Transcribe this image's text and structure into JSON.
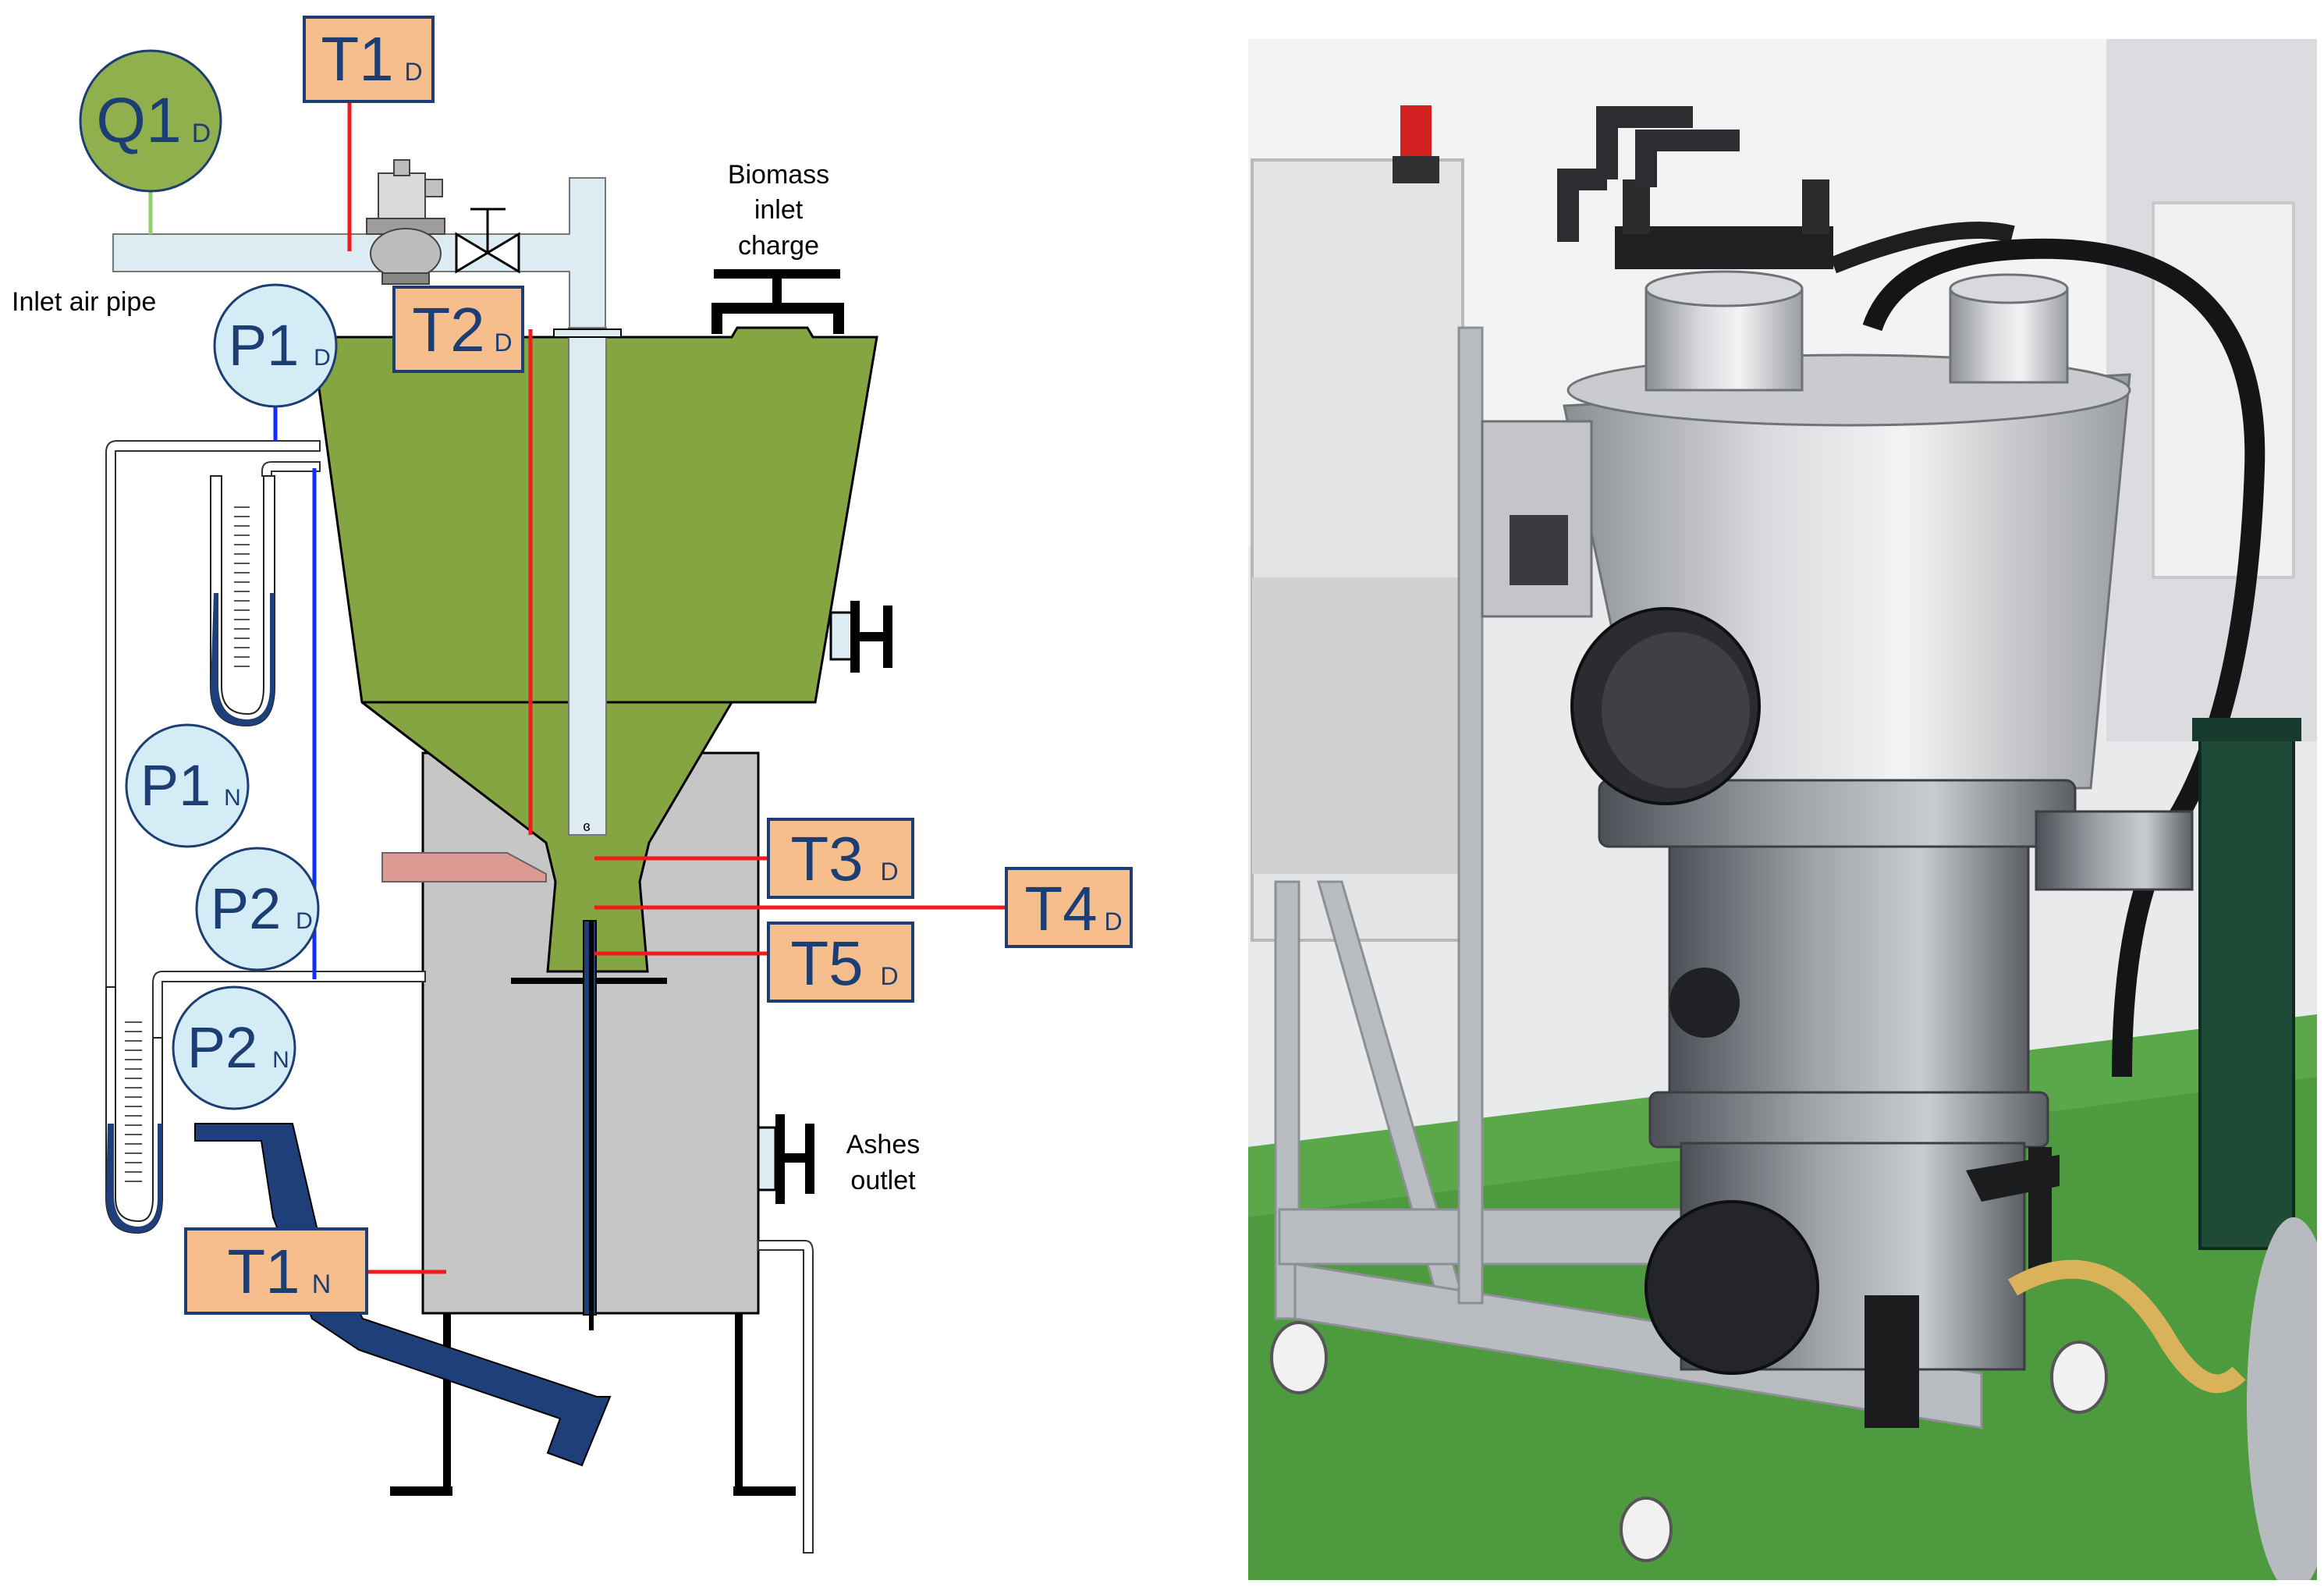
{
  "labels": {
    "inlet_air_pipe": "Inlet air pipe",
    "biomass_inlet_line1": "Biomass",
    "biomass_inlet_line2": "inlet",
    "biomass_inlet_line3": "charge",
    "ashes_outlet_line1": "Ashes",
    "ashes_outlet_line2": "outlet"
  },
  "sensors": {
    "q1d": {
      "main": "Q1",
      "sub": "D"
    },
    "t1d": {
      "main": "T1",
      "sub": "D"
    },
    "t2d": {
      "main": "T2",
      "sub": "D"
    },
    "t3d": {
      "main": "T3",
      "sub": "D"
    },
    "t4d": {
      "main": "T4",
      "sub": "D"
    },
    "t5d": {
      "main": "T5",
      "sub": "D"
    },
    "t1n": {
      "main": "T1",
      "sub": "N"
    },
    "p1d": {
      "main": "P1",
      "sub": "D"
    },
    "p1n": {
      "main": "P1",
      "sub": "N"
    },
    "p2d": {
      "main": "P2",
      "sub": "D"
    },
    "p2n": {
      "main": "P2",
      "sub": "N"
    }
  },
  "colors": {
    "green_body": "#85a442",
    "grey_body": "#c6c6c6",
    "pipe_light_blue": "#dcecf2",
    "sensor_orange": "#f7be8d",
    "sensor_circle": "#d4ecf6",
    "q1_circle": "#8fb04c",
    "sensor_text_blue": "#1c3e73",
    "red_wire": "#ee1c1c",
    "blue_wire": "#0f2dff",
    "navy_pipe": "#1f3f7a",
    "pink_inlet": "#dc9a92"
  }
}
